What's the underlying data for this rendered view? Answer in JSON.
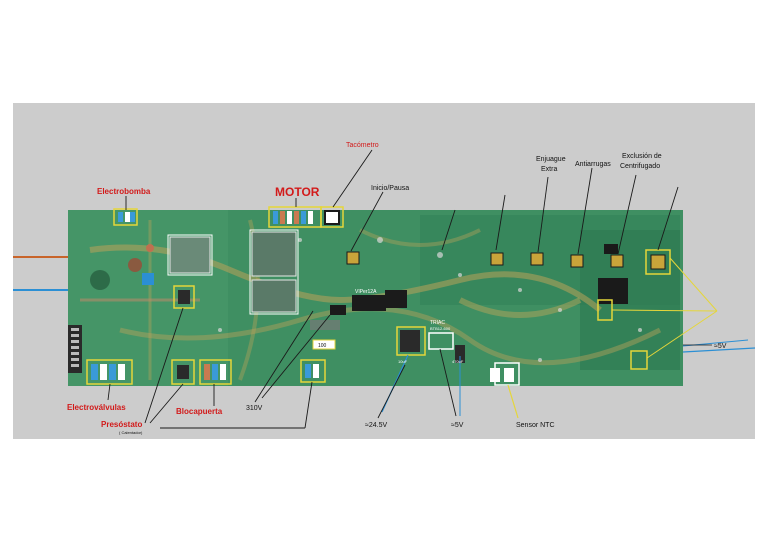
{
  "diagram": {
    "labels": {
      "electrobomba": "Electrobomba",
      "motor": "MOTOR",
      "tacometro": "Tacómetro",
      "inicio_pausa": "Inicio/Pausa",
      "enjuague_extra_1": "Enjuague",
      "enjuague_extra_2": "Extra",
      "antiarrugas": "Antiarrugas",
      "exclusion_1": "Exclusión de",
      "exclusion_2": "Centrifugado",
      "electrovalvulas": "Electroválvulas",
      "presostato": "Presóstato",
      "presostato_sub": "( Calentador)",
      "blocapuerta": "Blocapuerta",
      "v310": "310V",
      "v24": "≈24.5V",
      "v5a": "≈5V",
      "v5b": "≈5V",
      "sensor_ntc": "Sensor NTC"
    },
    "board_text": {
      "viper": "VIPer12A",
      "triac": "TRIAC",
      "triac_part": "BTB12-600",
      "cap_100": "100",
      "cap_small_1": "10uF",
      "cap_small_2": "470uF"
    },
    "colors": {
      "background": "#ffffff",
      "photo_frame": "#cccccc",
      "pcb": "#3f8f62",
      "pcb_dark": "#2d6b48",
      "trace": "#b9a25a",
      "annotation_box": "#e5d63a",
      "highlight_box": "#ffffff",
      "label_red": "#d21a1a",
      "wire_orange": "#c8642a",
      "wire_blue": "#2b8fd4"
    }
  }
}
